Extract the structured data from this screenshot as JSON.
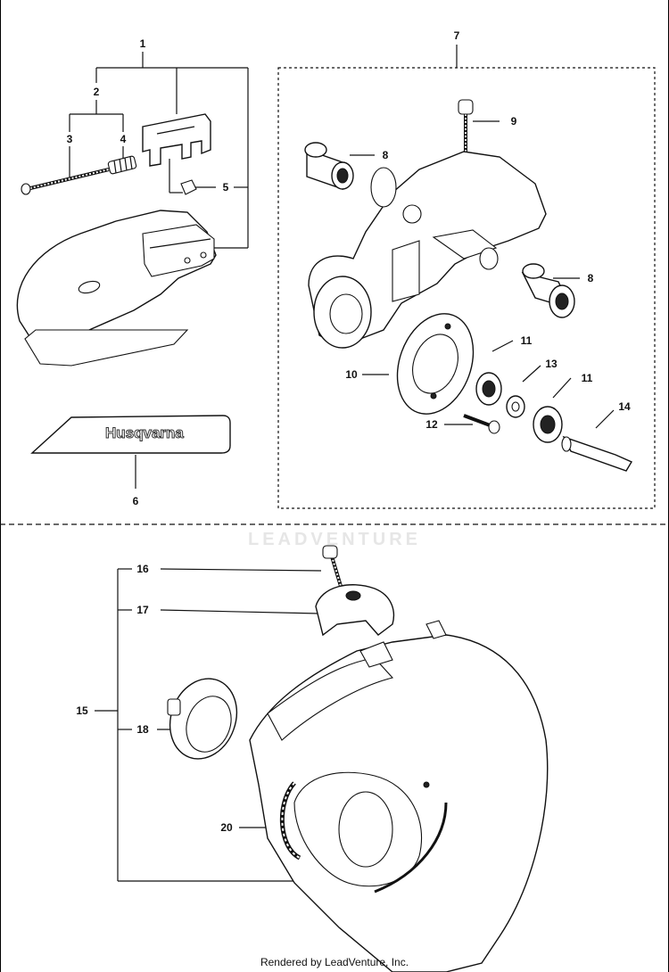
{
  "callouts": {
    "c1": "1",
    "c2": "2",
    "c3": "3",
    "c4": "4",
    "c5": "5",
    "c6": "6",
    "c7": "7",
    "c8a": "8",
    "c8b": "8",
    "c9": "9",
    "c10": "10",
    "c11a": "11",
    "c11b": "11",
    "c12": "12",
    "c13": "13",
    "c14": "14",
    "c15": "15",
    "c16": "16",
    "c17": "17",
    "c18": "18",
    "c20": "20"
  },
  "decal_text": "Husqvarna",
  "watermark": "LEADVENTURE",
  "footer": "Rendered by LeadVenture, Inc.",
  "colors": {
    "line": "#111111",
    "background": "#ffffff",
    "watermark": "#e6e6e6"
  }
}
